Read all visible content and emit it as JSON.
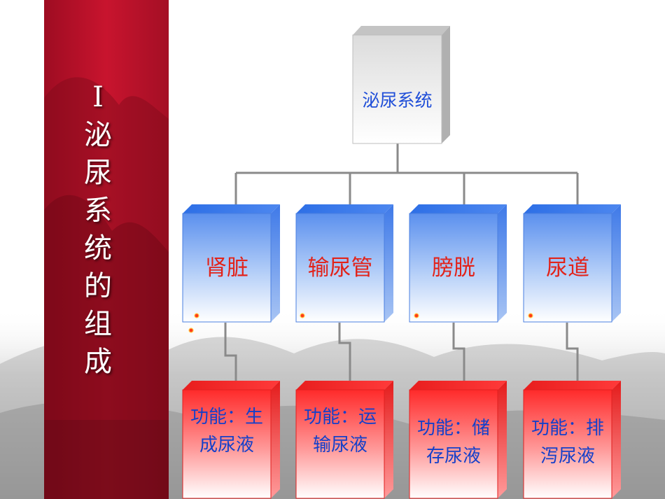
{
  "sidebar": {
    "title_chars": [
      "I",
      "泌",
      "尿",
      "系",
      "统",
      "的",
      "组",
      "成"
    ]
  },
  "root": {
    "label": "泌尿系统"
  },
  "organs": [
    {
      "name": "肾脏",
      "function_line1": "功能：生",
      "function_line2": "成尿液"
    },
    {
      "name": "输尿管",
      "function_line1": "功能：运",
      "function_line2": "输尿液"
    },
    {
      "name": "膀胱",
      "function_line1": "功能：储",
      "function_line2": "存尿液"
    },
    {
      "name": "尿道",
      "function_line1": "功能：排",
      "function_line2": "泻尿液"
    }
  ],
  "colors": {
    "sidebar_red": "#b0102a",
    "organ_box_blue": "#8fb6f4",
    "function_box_red": "#ff2b2b",
    "connector_gray": "#8a8a8a",
    "root_box_gray": "#e8e8e8"
  }
}
